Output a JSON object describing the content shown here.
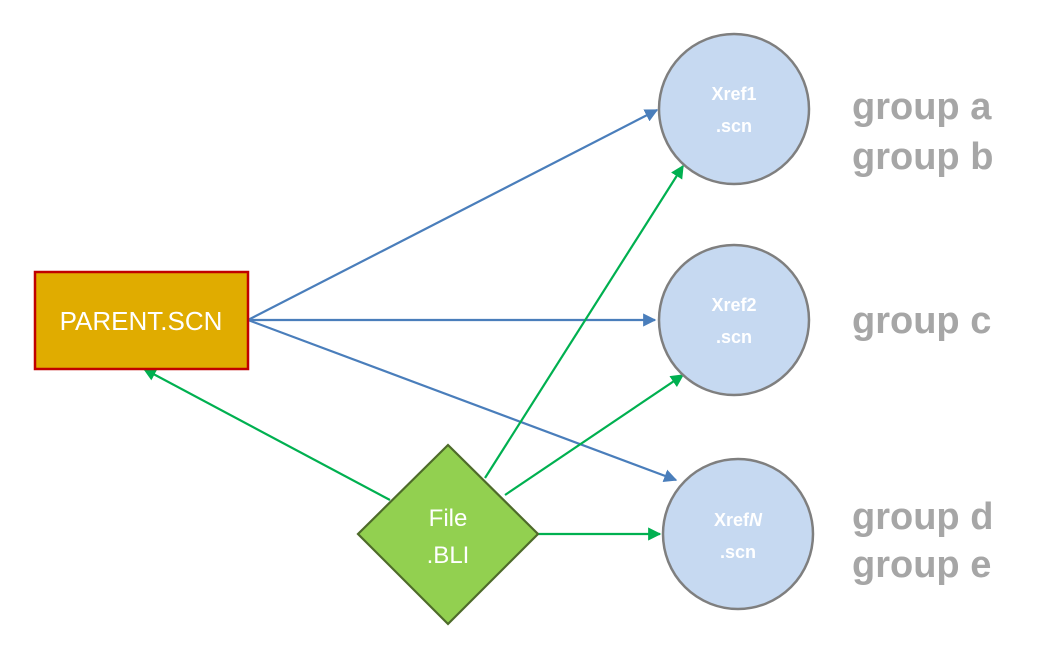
{
  "colors": {
    "parent_fill": "#e0ac00",
    "parent_border": "#c00000",
    "file_fill": "#92d050",
    "file_border": "#4e6b2a",
    "xref_fill": "#c6d9f1",
    "xref_border": "#7f7f7f",
    "blue_arrow": "#4a7ebb",
    "green_arrow": "#00b050",
    "group_text": "#a6a6a6"
  },
  "nodes": {
    "parent": {
      "label": "PARENT.SCN"
    },
    "file": {
      "line1": "File",
      "line2": ".BLI"
    },
    "xref1": {
      "line1": "Xref1",
      "line2": ".scn"
    },
    "xref2": {
      "line1": "Xref2",
      "line2": ".scn"
    },
    "xrefN": {
      "line1_prefix": "Xref",
      "line1_suffix": "N",
      "line2": ".scn"
    }
  },
  "groups": {
    "xref1": [
      "group a",
      "group b"
    ],
    "xref2": [
      "group c"
    ],
    "xrefN": [
      "group d",
      "group e"
    ]
  },
  "edges": [
    {
      "from": "parent",
      "to": "xref1",
      "color": "blue"
    },
    {
      "from": "parent",
      "to": "xref2",
      "color": "blue"
    },
    {
      "from": "parent",
      "to": "xrefN",
      "color": "blue"
    },
    {
      "from": "file",
      "to": "parent",
      "color": "green"
    },
    {
      "from": "file",
      "to": "xref1",
      "color": "green"
    },
    {
      "from": "file",
      "to": "xref2",
      "color": "green"
    },
    {
      "from": "file",
      "to": "xrefN",
      "color": "green"
    }
  ]
}
